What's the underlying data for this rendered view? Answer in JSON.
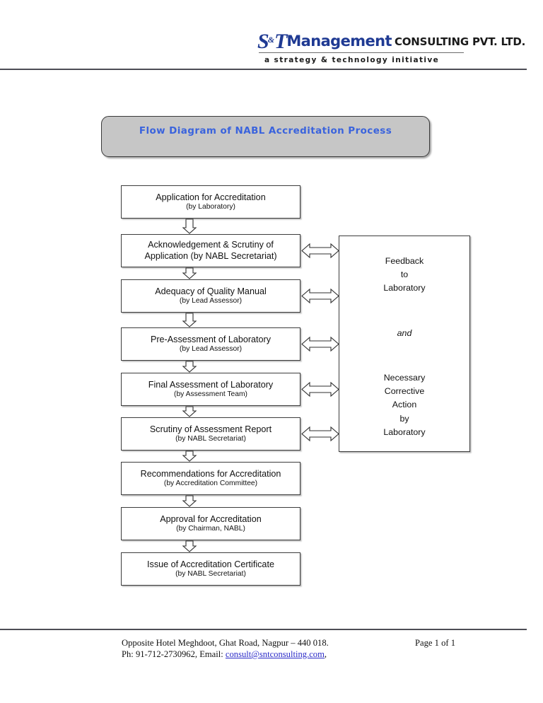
{
  "header": {
    "logo": {
      "mark": "S",
      "mark_amp": "&",
      "mark_t": "T",
      "word": "Management",
      "suffix": "CONSULTING PVT. LTD.",
      "tagline": "a strategy & technology initiative",
      "brand_color": "#1f3a93"
    }
  },
  "title_banner": {
    "text": "Flow Diagram of NABL Accreditation Process",
    "fill_color": "#c6c6c6",
    "text_color": "#3a63dd"
  },
  "flow": {
    "steps": [
      {
        "line1": "Application for Accreditation",
        "line2": "(by Laboratory)",
        "equal_lines": false,
        "has_feedback_arrow": false
      },
      {
        "line1": "Acknowledgement & Scrutiny of",
        "line2": "Application (by NABL Secretariat)",
        "equal_lines": true,
        "has_feedback_arrow": true
      },
      {
        "line1": "Adequacy of Quality Manual",
        "line2": "(by Lead Assessor)",
        "equal_lines": false,
        "has_feedback_arrow": true
      },
      {
        "line1": "Pre-Assessment of Laboratory",
        "line2": "(by Lead Assessor)",
        "equal_lines": false,
        "has_feedback_arrow": true
      },
      {
        "line1": "Final Assessment of Laboratory",
        "line2": "(by Assessment Team)",
        "equal_lines": false,
        "has_feedback_arrow": true
      },
      {
        "line1": "Scrutiny of Assessment Report",
        "line2": "(by NABL Secretariat)",
        "equal_lines": false,
        "has_feedback_arrow": true
      },
      {
        "line1": "Recommendations for Accreditation",
        "line2": "(by Accreditation Committee)",
        "equal_lines": false,
        "has_feedback_arrow": false
      },
      {
        "line1": "Approval for Accreditation",
        "line2": "(by Chairman, NABL)",
        "equal_lines": false,
        "has_feedback_arrow": false
      },
      {
        "line1": "Issue of Accreditation Certificate",
        "line2": "(by NABL Secretariat)",
        "equal_lines": false,
        "has_feedback_arrow": false
      }
    ],
    "feedback_box": {
      "top_text": "Feedback\nto\nLaboratory",
      "middle_text": "and",
      "bottom_text": "Necessary\nCorrective\nAction\nby\nLaboratory"
    }
  },
  "footer": {
    "address": "Opposite Hotel Meghdoot, Ghat Road, Nagpur – 440 018.",
    "phone_prefix": "Ph: 91-712-2730962, Email: ",
    "email": "consult@sntconsulting.com",
    "phone_suffix": ",",
    "page": "Page 1 of 1"
  }
}
